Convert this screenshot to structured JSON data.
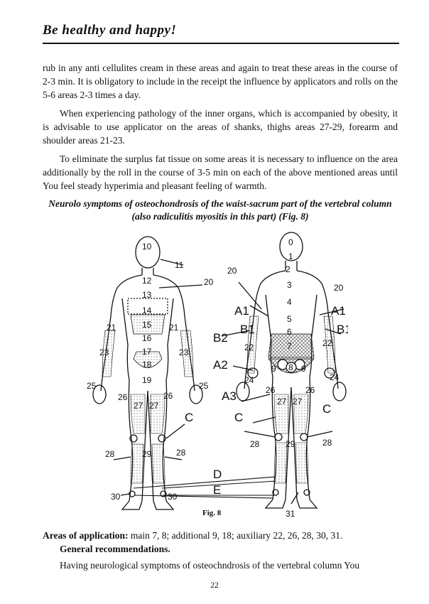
{
  "header": {
    "title": "Be healthy and happy!"
  },
  "paragraphs": [
    "rub in any anti cellulites cream in these areas and again to treat these areas in the course of 2-3 min. It is obligatory to include in the receipt the influence by applicators and rolls on the 5-6 areas 2-3 times a day.",
    "When experiencing pathology of the inner organs, which is accompanied by obesity, it  is advisable to use applicator on the areas  of shanks, thighs  areas 27-29, forearm and shoulder  areas  21-23.",
    "To eliminate the surplus fat tissue on some areas it is necessary to influence on the area additionally by the roll in the course of  3-5 min on each of the above mentioned areas until You feel steady hyperimia and pleasant feeling  of warmth."
  ],
  "section_title": "Neurolo symptoms of osteochondrosis of the waist-sacrum part of the vertebral column (also radiculitis myositis in this part) (Fig. 8)",
  "figure": {
    "caption": "Fig. 8",
    "front_labels": [
      "10",
      "11",
      "12",
      "13",
      "14",
      "15",
      "16",
      "17",
      "18",
      "19",
      "20",
      "21",
      "21",
      "23",
      "23",
      "25",
      "25",
      "26",
      "26",
      "27",
      "27",
      "28",
      "28",
      "29",
      "30",
      "30",
      "C"
    ],
    "back_labels": [
      "0",
      "1",
      "2",
      "3",
      "4",
      "5",
      "6",
      "7",
      "8",
      "9",
      "9",
      "20",
      "20",
      "A1",
      "A1",
      "B1",
      "B1",
      "B2",
      "A2",
      "A3",
      "22",
      "22",
      "24",
      "24",
      "26",
      "26",
      "27",
      "27",
      "28",
      "28",
      "29",
      "31",
      "C",
      "C"
    ],
    "center_labels": [
      "D",
      "E"
    ]
  },
  "areas": {
    "label": "Areas of application:",
    "text": " main 7, 8; additional 9, 18; auxiliary 22, 26, 28, 30, 31."
  },
  "general_recommendations": "General recommendations.",
  "last_paragraph": "Having neurological symptoms of osteochndrosis of the vertebral column You",
  "page_number": "22"
}
